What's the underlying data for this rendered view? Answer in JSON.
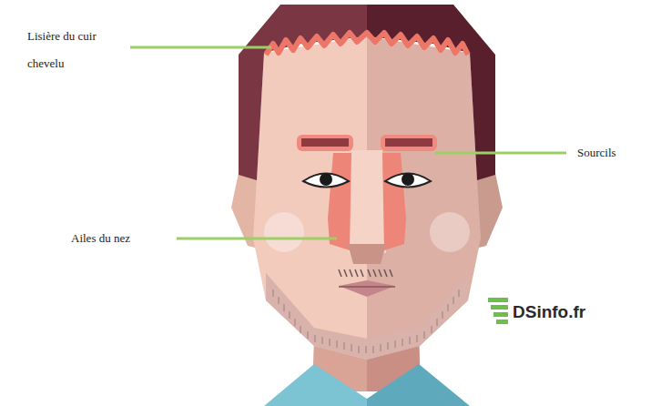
{
  "diagram": {
    "labels": [
      "Lisière du cuir chevelu",
      "Sourcils",
      "Ailes du nez",
      "DSinfo.fr"
    ]
  }
}
